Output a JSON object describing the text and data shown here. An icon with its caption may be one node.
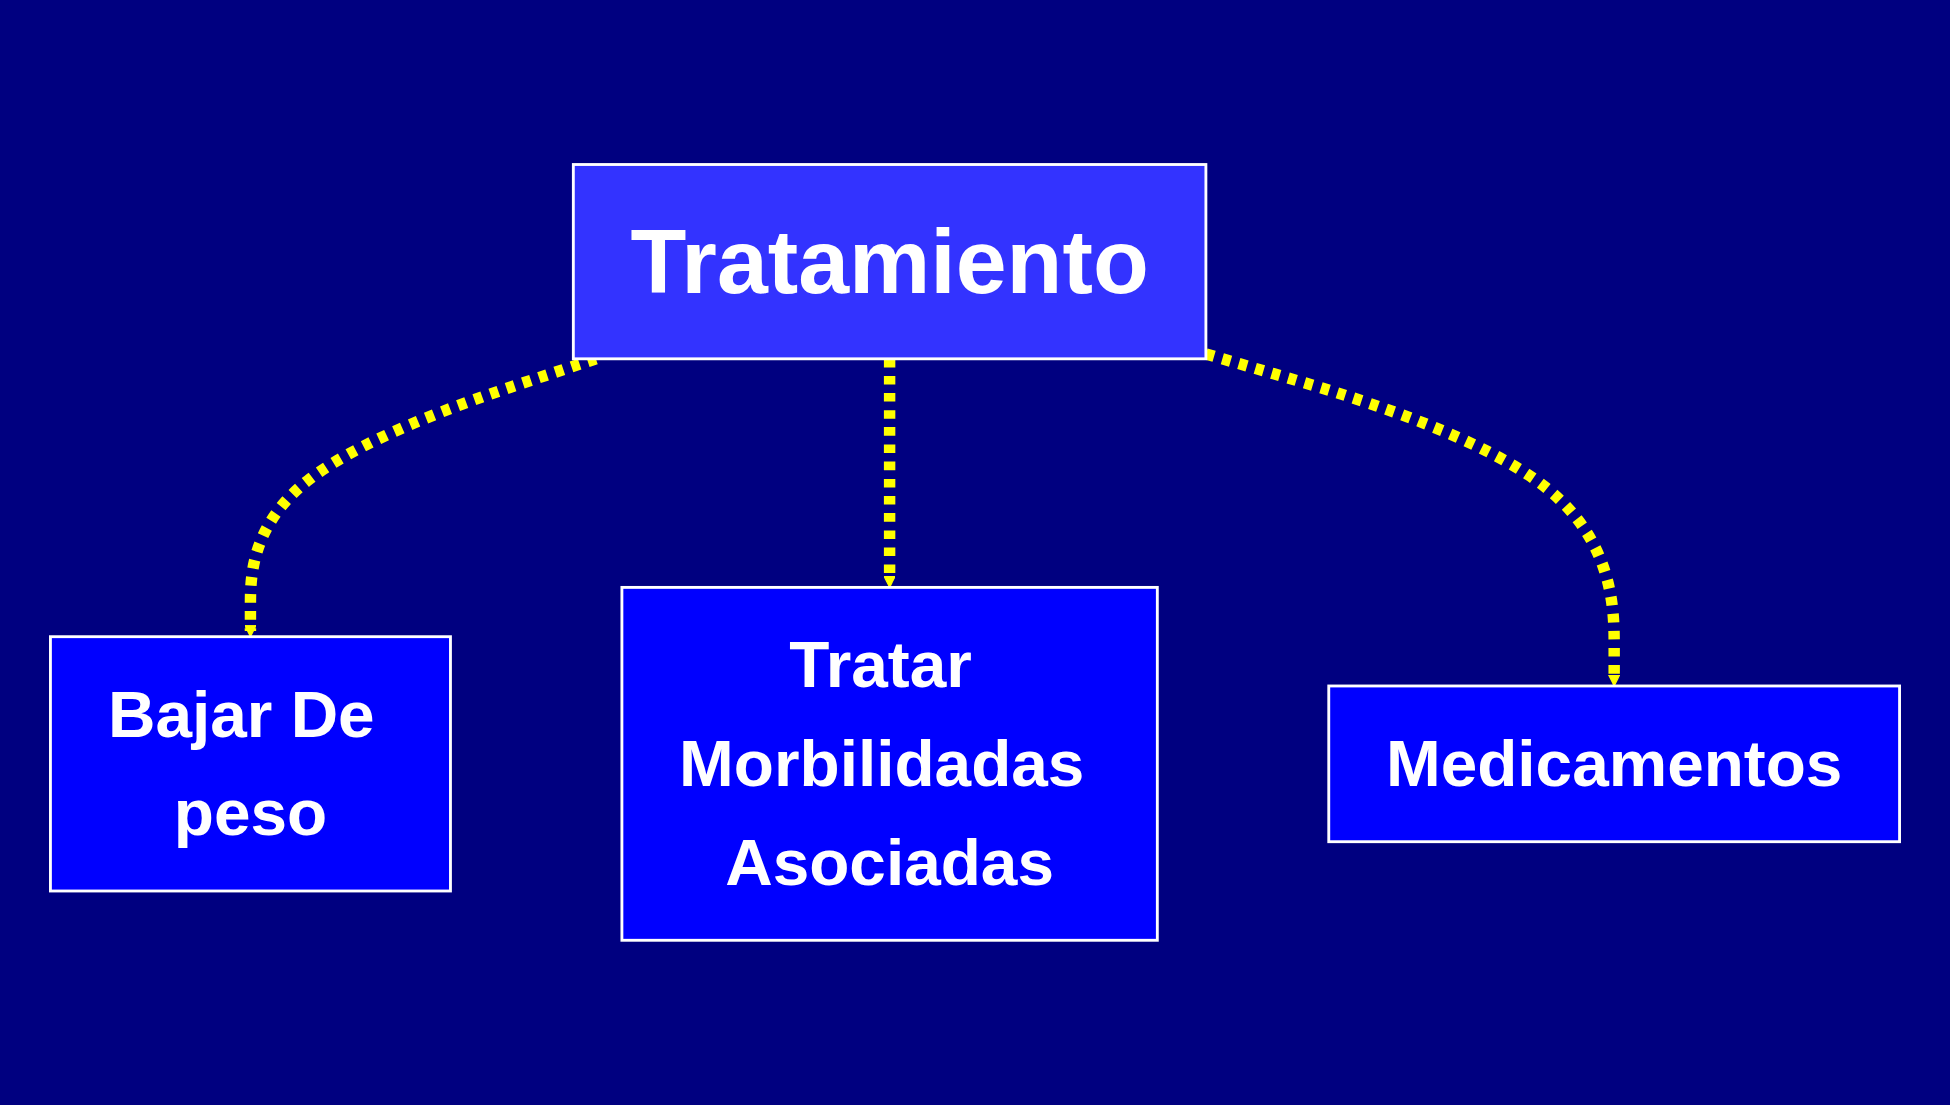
{
  "diagram": {
    "nodes": [
      {
        "text": [
          "Tratamiento"
        ]
      },
      {
        "text": [
          "Bajar De peso"
        ]
      },
      {
        "text": [
          "Tratar Morbilidadas Asociadas"
        ]
      },
      {
        "text": [
          "Medicamentos"
        ]
      }
    ],
    "edges": [
      {
        "from": 0,
        "to": 1,
        "arrow": "to",
        "style": "dashed",
        "color": "#ffff00"
      },
      {
        "from": 0,
        "to": 2,
        "arrow": "to",
        "style": "dashed",
        "color": "#ffff00"
      },
      {
        "from": 0,
        "to": 3,
        "arrow": "to",
        "style": "dashed",
        "color": "#ffff00"
      }
    ]
  }
}
